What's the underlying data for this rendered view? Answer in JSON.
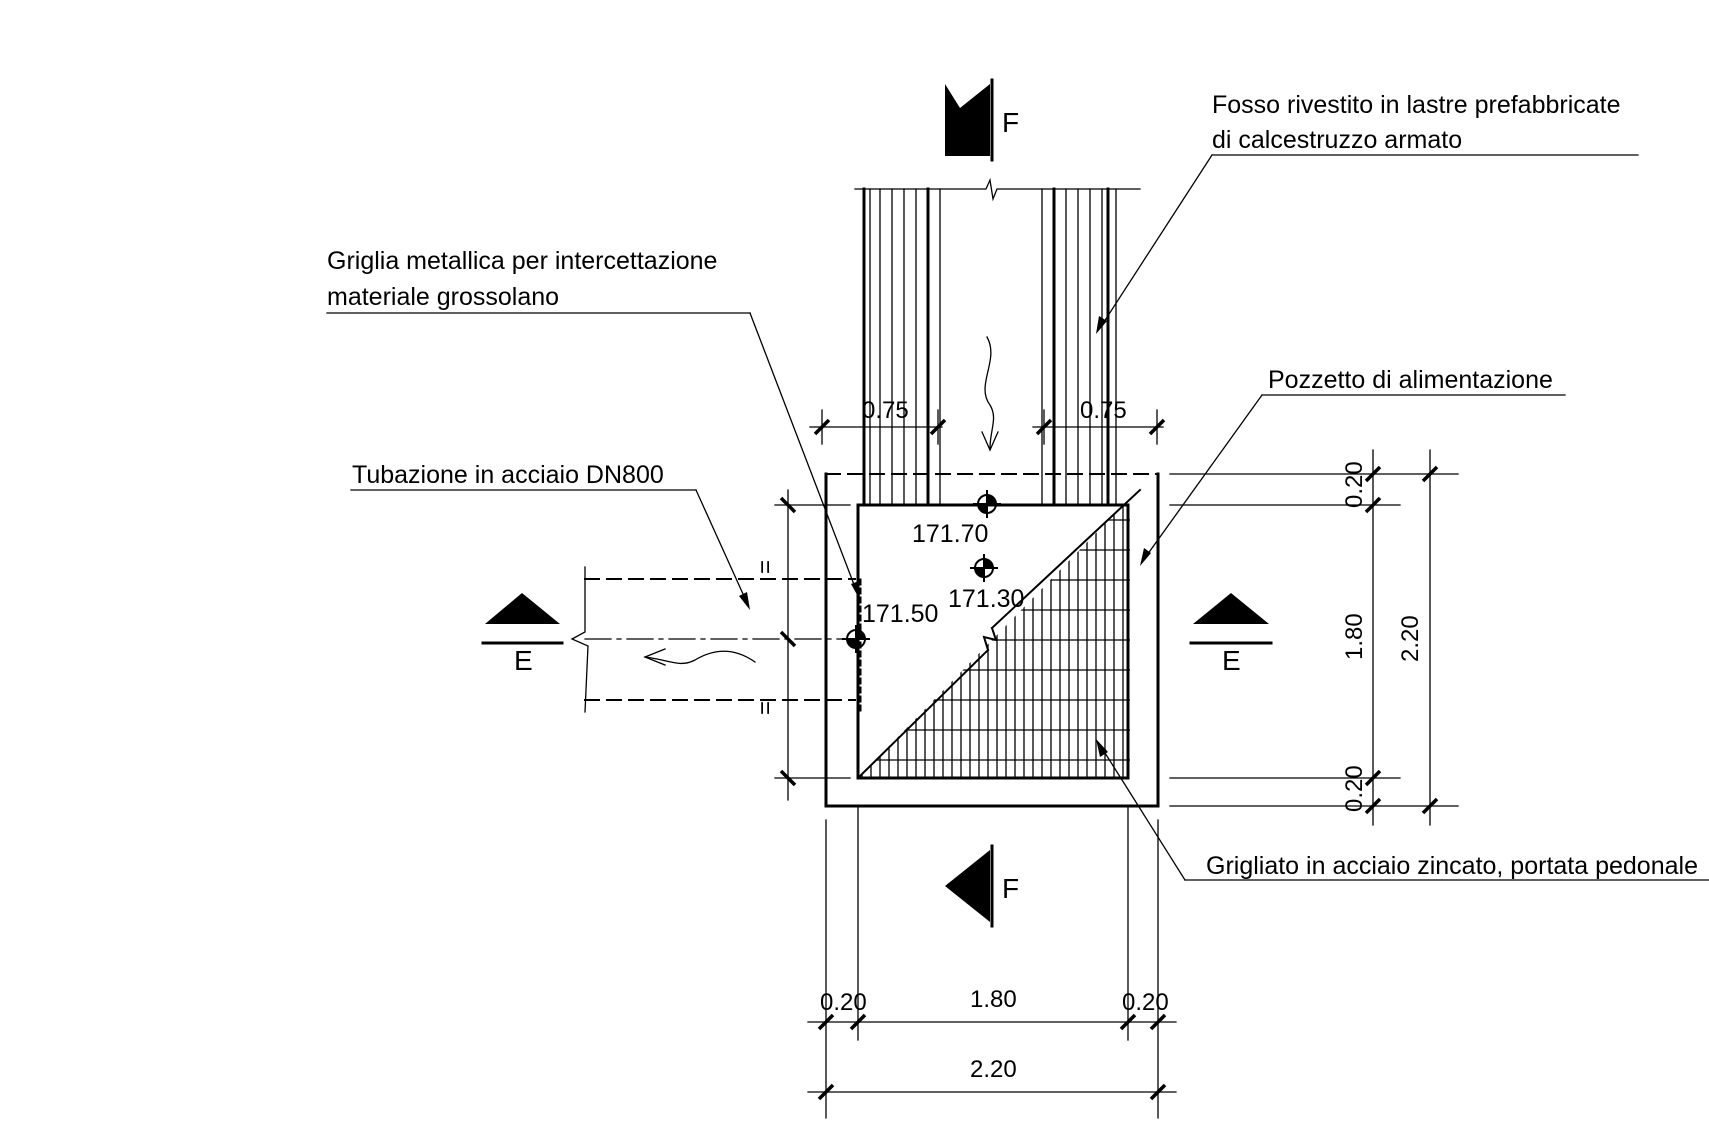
{
  "labels": {
    "fosso_line1": "Fosso rivestito in lastre prefabbricate",
    "fosso_line2": "di calcestruzzo armato",
    "griglia_line1": "Griglia metallica per intercettazione",
    "griglia_line2": "materiale grossolano",
    "pozzetto": "Pozzetto di alimentazione",
    "tubazione": "Tubazione in acciaio DN800",
    "grigliato": "Grigliato in acciaio zincato, portata pedonale"
  },
  "sections": {
    "f_top": "F",
    "f_bottom": "F",
    "e_left": "E",
    "e_right": "E"
  },
  "elevations": {
    "top": "171.70",
    "middle": "171.30",
    "outlet": "171.50"
  },
  "dimensions": {
    "channel_left": "0.75",
    "channel_right": "0.75",
    "right_top_wall": "0.20",
    "right_inner": "1.80",
    "right_bottom_wall": "0.20",
    "right_total": "2.20",
    "bottom_left_wall": "0.20",
    "bottom_inner": "1.80",
    "bottom_right_wall": "0.20",
    "bottom_total": "2.20",
    "pipe_equal_top": "=",
    "pipe_equal_bottom": "="
  }
}
